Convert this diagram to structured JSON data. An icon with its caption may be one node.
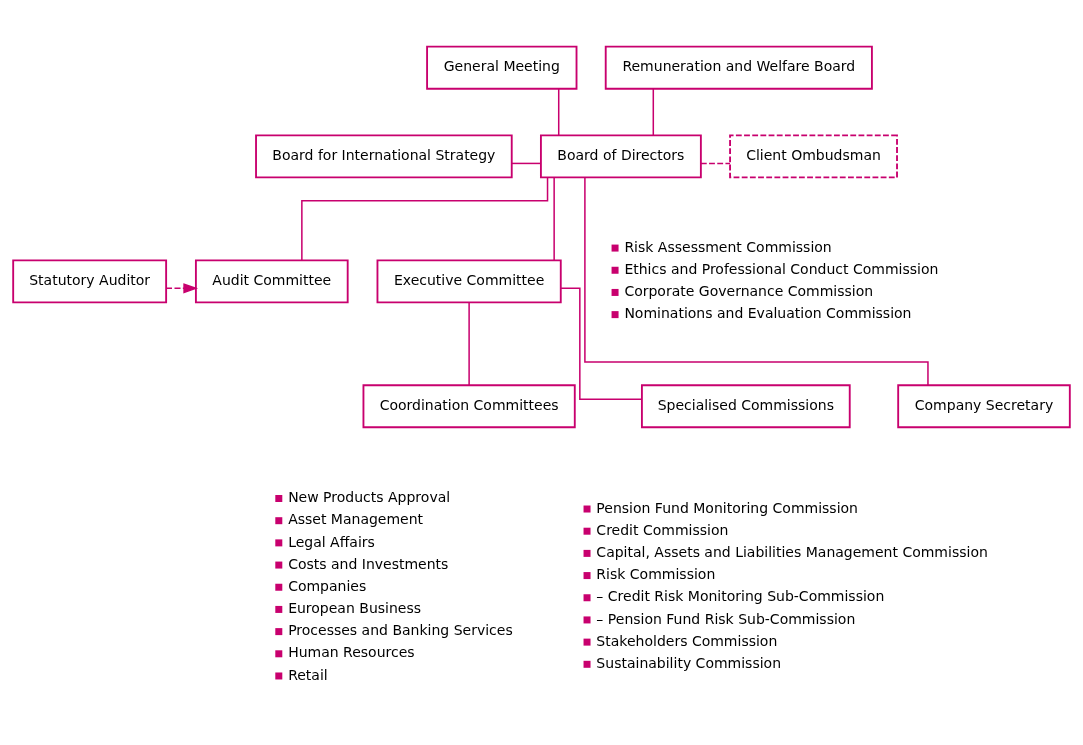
{
  "diagram": {
    "nodes": [
      {
        "text": [
          "General Meeting"
        ]
      },
      {
        "text": [
          "Remuneration and Welfare Board"
        ]
      },
      {
        "text": [
          "Board for International Strategy"
        ]
      },
      {
        "text": [
          "Board of Directors"
        ]
      },
      {
        "text": [
          "Client Ombudsman"
        ]
      },
      {
        "text": [
          "Statutory Auditor"
        ]
      },
      {
        "text": [
          "Audit Committee"
        ]
      },
      {
        "text": [
          "Executive Committee"
        ]
      },
      {
        "text": [
          "Coordination Committees"
        ],
        "beside": [
          "New Products Approval",
          "Asset Management",
          "Legal Affairs",
          "Costs and Investments",
          "Companies",
          "European Business",
          "Processes and Banking Services",
          "Human Resources",
          "Retail"
        ]
      },
      {
        "text": [
          "Specialised Commissions"
        ],
        "beside": [
          "Pension Fund Monitoring Commission",
          "Credit Commission",
          "Capital, Assets and Liabilities Management Commission",
          "Risk Commission",
          "– Credit Risk Monitoring Sub-Commission",
          "– Pension Fund Risk Sub-Commission",
          "Stakeholders Commission",
          "Sustainability Commission"
        ]
      },
      {
        "text": [
          "Company Secretary"
        ]
      }
    ],
    "edges": [
      {
        "from": 0,
        "to": 3,
        "arrow": "none"
      },
      {
        "from": 1,
        "to": 3,
        "arrow": "none"
      },
      {
        "from": 2,
        "to": 3,
        "arrow": "none"
      },
      {
        "from": 3,
        "to": 4,
        "arrow": "none",
        "style": "dashed"
      },
      {
        "from": 3,
        "to": 6,
        "arrow": "none"
      },
      {
        "from": 3,
        "to": 7,
        "arrow": "none"
      },
      {
        "from": 3,
        "to": 10,
        "arrow": "none"
      },
      {
        "from": 5,
        "to": 6,
        "arrow": "to",
        "style": "dashed"
      },
      {
        "from": 7,
        "to": 8,
        "arrow": "none"
      },
      {
        "from": 7,
        "to": 9,
        "arrow": "none"
      }
    ],
    "labels": [
      "Risk Assessment Commission",
      "Ethics and Professional Conduct Commission",
      "Corporate Governance Commission",
      "Nominations and Evaluation Commission"
    ]
  }
}
